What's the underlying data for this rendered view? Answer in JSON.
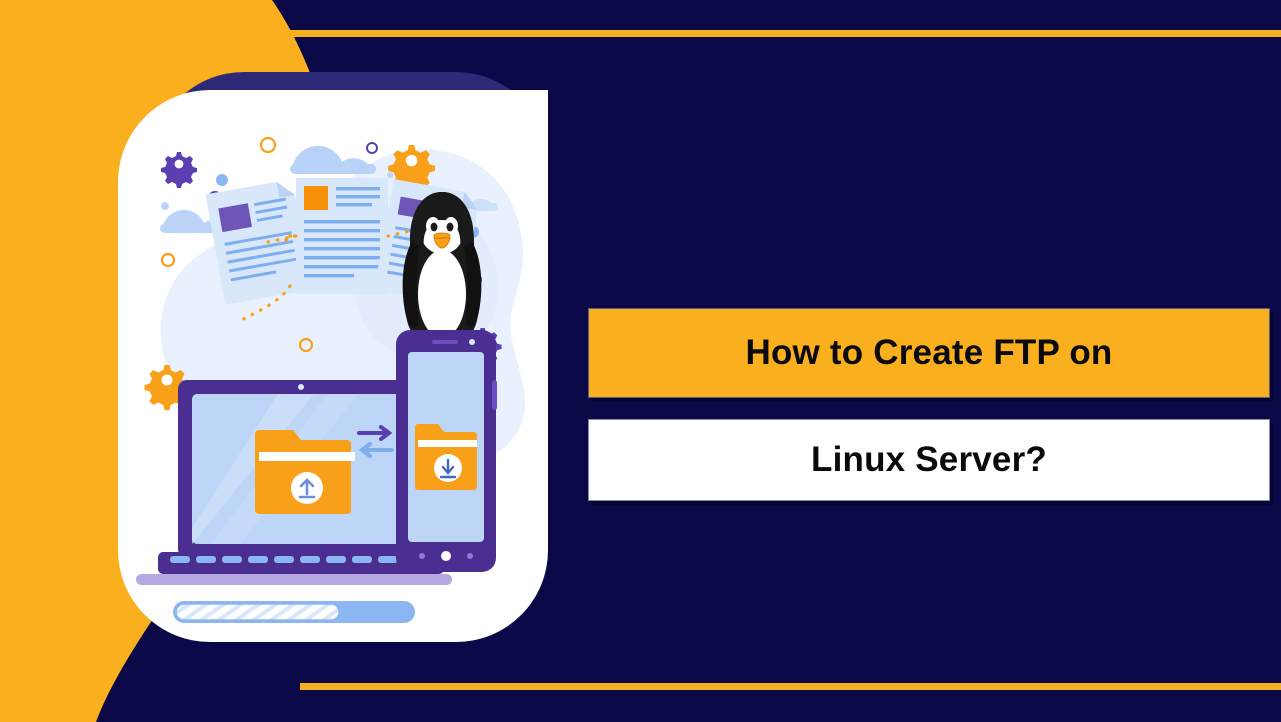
{
  "poster": {
    "headline_line_1": "How to Create FTP on",
    "headline_line_2": "Linux Server?",
    "colors": {
      "background_navy": "#0B0847",
      "accent_orange": "#FAAF1E",
      "card_white": "#FFFFFF",
      "card_shadow_purple": "#2E2A78",
      "headline_text": "#0A0A0A"
    }
  },
  "illustration": {
    "title": "File transfer between laptop and phone with Linux Tux penguin",
    "elements": {
      "blob_label": "background-blob",
      "cloud_label": "cloud",
      "gear_label": "gear",
      "document_label": "document",
      "laptop_label": "laptop",
      "phone_label": "smartphone",
      "folder_upload_label": "folder-upload",
      "folder_download_label": "folder-download",
      "tux_label": "tux-penguin",
      "arrows_label": "transfer-arrows",
      "progress_label": "progress-bar"
    },
    "progress_percent": 70,
    "palette": {
      "blob": "#E8F0FE",
      "cloud": "#AFCBF5",
      "doc_paper": "#D6E4FA",
      "doc_lines": "#7FAEEF",
      "doc_accent_purple": "#6E56B8",
      "doc_accent_orange": "#F79009",
      "gear_purple": "#5B3FB0",
      "gear_orange": "#F9A01B",
      "device_purple": "#4A2E92",
      "screen_blue": "#BDD5F7",
      "folder_orange": "#F9A01B",
      "folder_orange_dark": "#F07F13",
      "arrow_purple": "#5B3FB0",
      "arrow_blue": "#7FAEEF",
      "shelf_purple": "#B5A8E0",
      "progress_fill": "#8CB6F2",
      "progress_track": "#FFFFFF"
    }
  }
}
